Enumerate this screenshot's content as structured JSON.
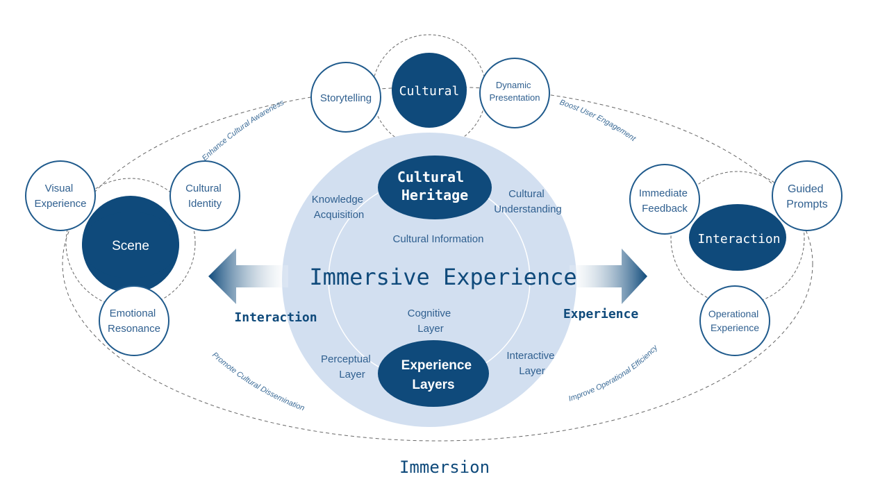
{
  "colors": {
    "navy": "#0f4a7b",
    "ring_blue": "#1f5a8c",
    "pale_blue": "#d2dff0",
    "text_blue": "#2f5f8f",
    "dash_gray": "#555555",
    "white": "#ffffff"
  },
  "center": {
    "title": "Immersive Experience",
    "cultural_heritage": [
      "Cultural",
      "Heritage"
    ],
    "experience_layers": [
      "Experience",
      "Layers"
    ],
    "knowledge_acquisition": [
      "Knowledge",
      "Acquisition"
    ],
    "cultural_understanding": [
      "Cultural",
      "Understanding"
    ],
    "cultural_information": "Cultural Information",
    "cognitive_layer": [
      "Cognitive",
      "Layer"
    ],
    "perceptual_layer": [
      "Perceptual",
      "Layer"
    ],
    "interactive_layer": [
      "Interactive",
      "Layer"
    ]
  },
  "arrows": {
    "left_label": "Interaction",
    "right_label": "Experience"
  },
  "bottom_label": "Immersion",
  "top_cluster": {
    "core": "Cultural",
    "storytelling": "Storytelling",
    "dynamic_presentation": [
      "Dynamic",
      "Presentation"
    ]
  },
  "left_cluster": {
    "core": "Scene",
    "visual_experience": [
      "Visual",
      "Experience"
    ],
    "cultural_identity": [
      "Cultural",
      "Identity"
    ],
    "emotional_resonance": [
      "Emotional",
      "Resonance"
    ]
  },
  "right_cluster": {
    "core": "Interaction",
    "immediate_feedback": [
      "Immediate",
      "Feedback"
    ],
    "guided_prompts": [
      "Guided",
      "Prompts"
    ],
    "operational_experience": [
      "Operational",
      "Experience"
    ]
  },
  "curve_labels": {
    "enhance": "Enhance Cultural Awareness",
    "boost": "Boost User Engagement",
    "promote": "Promote Cultural Dissemination",
    "improve": "Improve Operational Efficiency"
  }
}
